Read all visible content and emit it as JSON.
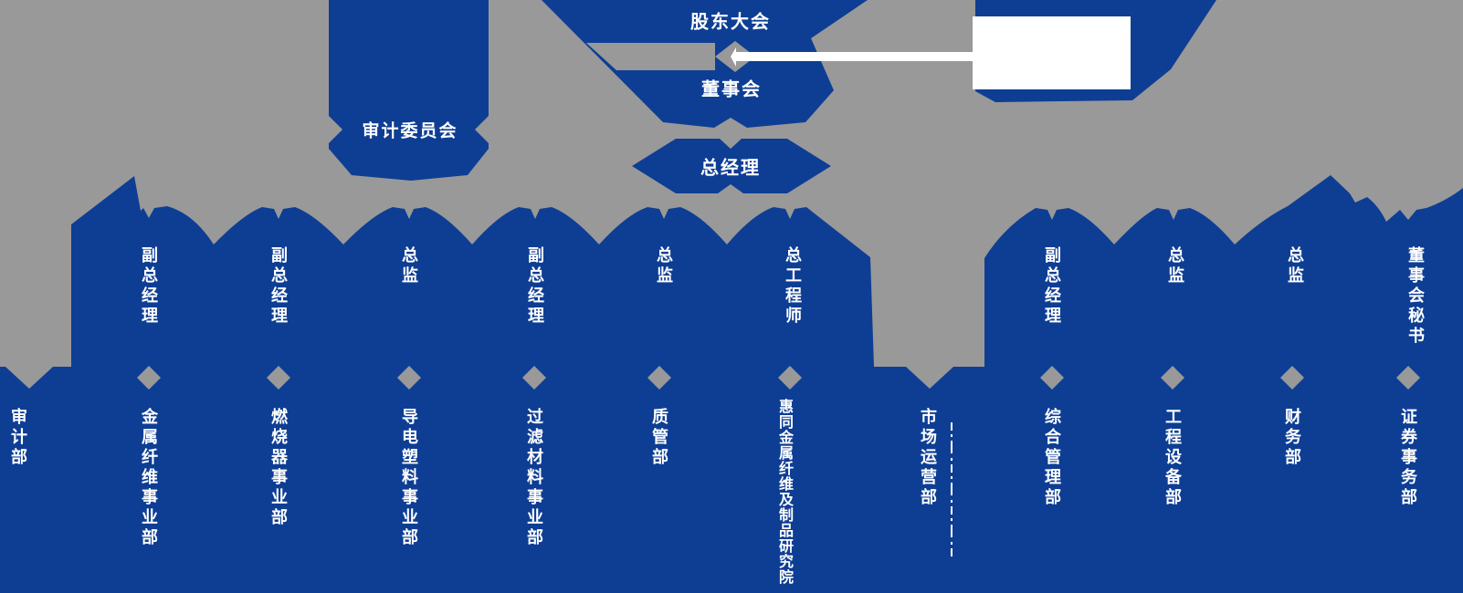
{
  "colors": {
    "background_gray": "#999999",
    "primary_blue": "#0e3e94",
    "text_white": "#ffffff"
  },
  "top_nodes": {
    "shareholders_meeting": "股东大会",
    "board_of_directors": "董事会",
    "general_manager": "总经理",
    "audit_committee": "审计委员会"
  },
  "executive_titles": [
    {
      "label": "副总经理"
    },
    {
      "label": "副总经理"
    },
    {
      "label": "总监"
    },
    {
      "label": "副总经理"
    },
    {
      "label": "总监"
    },
    {
      "label": "总工程师"
    },
    {
      "label": "副总经理"
    },
    {
      "label": "总监"
    },
    {
      "label": "总监"
    },
    {
      "label": "董事会秘书"
    }
  ],
  "departments": [
    {
      "label": "审计部",
      "connector": "arrow-notch"
    },
    {
      "label": "金属纤维事业部",
      "connector": "diamond"
    },
    {
      "label": "燃烧器事业部",
      "connector": "diamond"
    },
    {
      "label": "导电塑料事业部",
      "connector": "diamond"
    },
    {
      "label": "过滤材料事业部",
      "connector": "diamond"
    },
    {
      "label": "质管部",
      "connector": "diamond"
    },
    {
      "label": "惠同金属纤维及制品研究院",
      "connector": "diamond"
    },
    {
      "label": "市场运营部",
      "connector": "arrow-notch"
    },
    {
      "label": "综合管理部",
      "connector": "diamond"
    },
    {
      "label": "工程设备部",
      "connector": "diamond"
    },
    {
      "label": "财务部",
      "connector": "diamond"
    },
    {
      "label": "证券事务部",
      "connector": "diamond"
    }
  ]
}
